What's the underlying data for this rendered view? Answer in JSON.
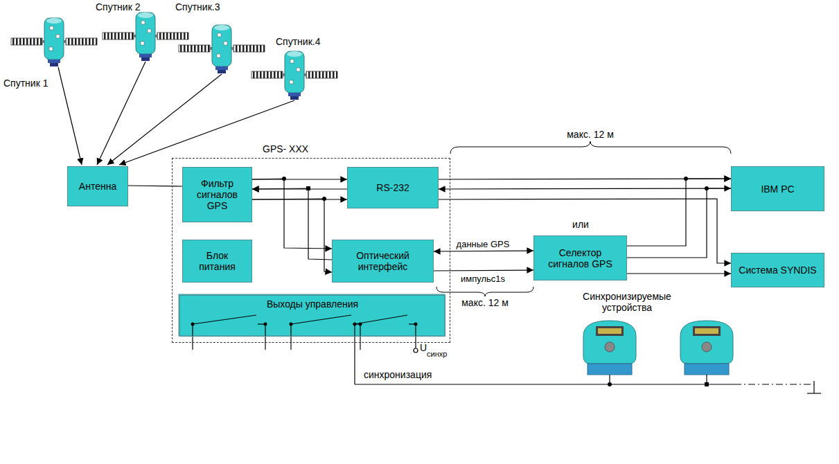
{
  "diagram": {
    "nodes": [
      {
        "text": [
          "Антенна"
        ]
      },
      {
        "text": [
          "GPS- XXX"
        ]
      },
      {
        "text": [
          "Фильтр сигналов GPS"
        ],
        "in": 1
      },
      {
        "text": [
          "RS-232"
        ],
        "in": 1
      },
      {
        "text": [
          "Блок питания"
        ],
        "in": 1
      },
      {
        "text": [
          "Оптический интерфейс"
        ],
        "in": 1
      },
      {
        "text": [
          "Выходы управления"
        ],
        "in": 1
      },
      {
        "text": [
          "IBM PC"
        ]
      },
      {
        "text": [
          "Селектор сигналов GPS"
        ]
      },
      {
        "text": [
          "Система SYNDIS"
        ]
      }
    ],
    "edges": [
      {
        "from": 0,
        "to": 2,
        "arrow": "none"
      },
      {
        "from": 2,
        "to": 3,
        "arrow": "to"
      },
      {
        "from": 3,
        "to": 2,
        "arrow": "to"
      },
      {
        "from": 2,
        "to": 3,
        "arrow": "to"
      },
      {
        "from": 2,
        "to": 5,
        "arrow": "to"
      },
      {
        "from": 5,
        "to": 2,
        "arrow": "to"
      },
      {
        "from": 2,
        "to": 5,
        "arrow": "to"
      },
      {
        "from": 3,
        "to": 7,
        "arrow": "to"
      },
      {
        "from": 7,
        "to": 3,
        "arrow": "to"
      },
      {
        "from": 3,
        "to": 9,
        "arrow": "to"
      },
      {
        "from": 5,
        "to": 8,
        "label": "данные GPS",
        "arrow": "both"
      },
      {
        "from": 5,
        "to": 8,
        "label": "импульс1s",
        "arrow": "to"
      },
      {
        "from": 8,
        "to": 7,
        "arrow": "to"
      },
      {
        "from": 8,
        "to": 7,
        "arrow": "to"
      },
      {
        "from": 8,
        "to": 9,
        "arrow": "to"
      }
    ],
    "labels": [
      "Спутник 2",
      "Спутник.3",
      "Спутник.4",
      "Спутник 1",
      "макс. 12 м",
      "или",
      "макс. 12 м",
      "U",
      "синхр",
      "Синхронизируемые устройства",
      "синхронизация"
    ]
  }
}
